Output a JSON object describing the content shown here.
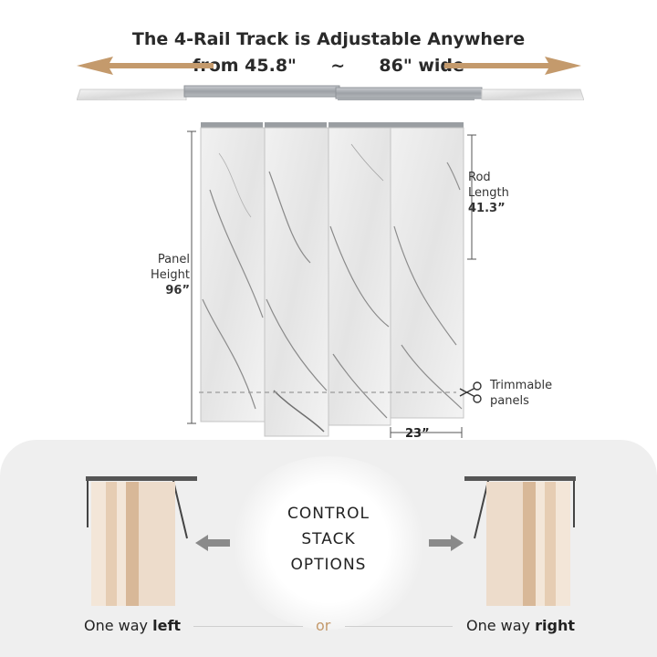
{
  "header": {
    "title_line1": "The 4-Rail Track is Adjustable Anywhere",
    "width_from": "from 45.8\"",
    "tilde": "~",
    "width_to": "86\" wide"
  },
  "dimensions": {
    "rod_length_label1": "Rod",
    "rod_length_label2": "Length",
    "rod_length_value": "41.3”",
    "panel_height_label1": "Panel",
    "panel_height_label2": "Height",
    "panel_height_value": "96”",
    "trim_label1": "Trimmable",
    "trim_label2": "panels",
    "panel_width_value": "23”"
  },
  "stack_options": {
    "title_line1": "CONTROL",
    "title_line2": "STACK",
    "title_line3": "OPTIONS",
    "left_caption_prefix": "One way ",
    "left_caption_bold": "left",
    "or_text": "or",
    "right_caption_prefix": "One way ",
    "right_caption_bold": "right"
  },
  "colors": {
    "arrow": "#c49a6c",
    "panel_light": "#f3e6d8",
    "panel_mid": "#e6cdb3",
    "panel_dark": "#d8b898",
    "background_band": "#efefef"
  }
}
